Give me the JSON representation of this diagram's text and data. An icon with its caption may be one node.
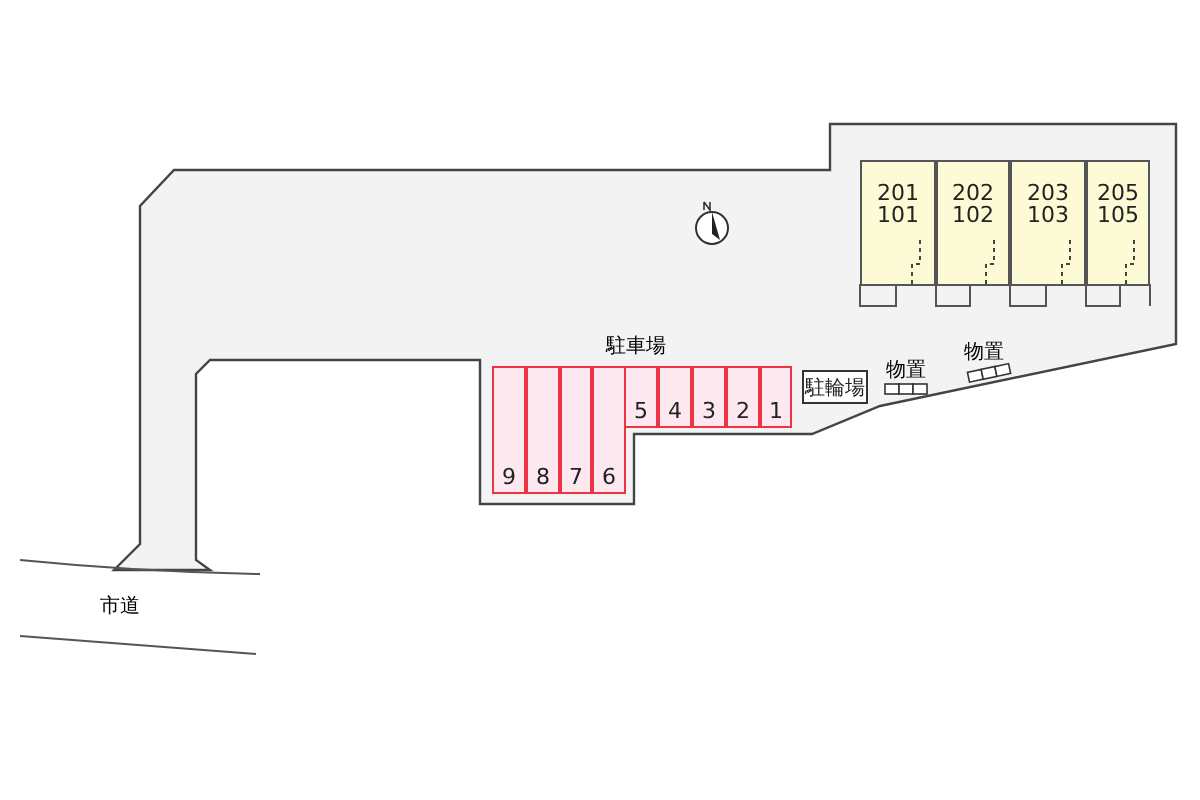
{
  "diagram": {
    "nodes": [
      {
        "text": [
          "201 101"
        ]
      },
      {
        "text": [
          "202 102"
        ]
      },
      {
        "text": [
          "203 103"
        ]
      },
      {
        "text": [
          "205 105"
        ]
      },
      {
        "text": [
          "5"
        ]
      },
      {
        "text": [
          "4"
        ]
      },
      {
        "text": [
          "3"
        ]
      },
      {
        "text": [
          "2"
        ]
      },
      {
        "text": [
          "1"
        ]
      },
      {
        "text": [
          "駐輪場"
        ]
      },
      {
        "text": [
          "9"
        ]
      },
      {
        "text": [
          "8"
        ]
      },
      {
        "text": [
          "7"
        ]
      },
      {
        "text": [
          "6"
        ]
      }
    ],
    "labels": [
      "物置",
      "駐車場",
      "物置",
      "市道"
    ]
  }
}
